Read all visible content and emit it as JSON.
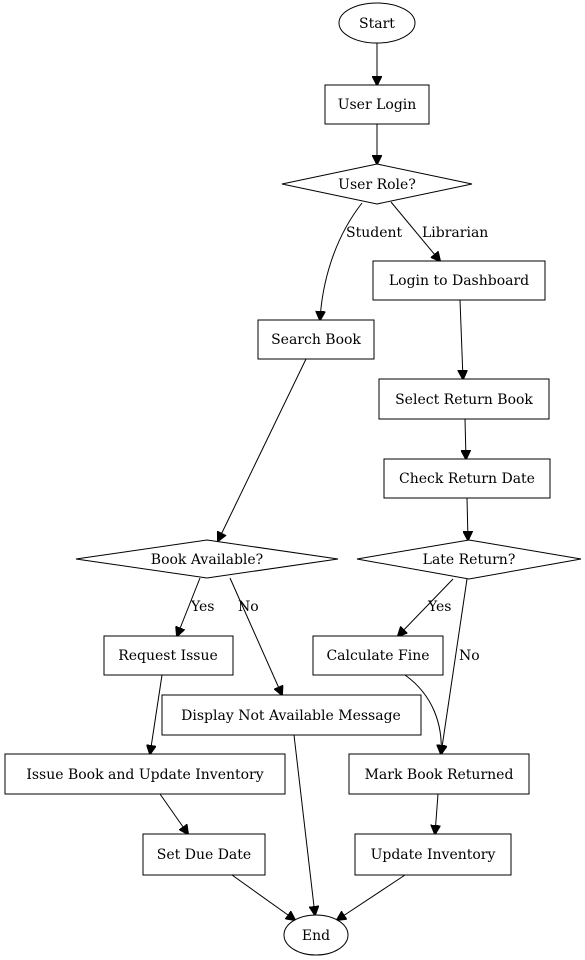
{
  "nodes": {
    "start": "Start",
    "user_login": "User Login",
    "user_role": "User Role?",
    "login_dashboard": "Login to Dashboard",
    "search_book": "Search Book",
    "select_return": "Select Return Book",
    "check_return_date": "Check Return Date",
    "book_available": "Book Available?",
    "late_return": "Late Return?",
    "request_issue": "Request Issue",
    "calculate_fine": "Calculate Fine",
    "display_not_available": "Display Not Available Message",
    "issue_book": "Issue Book and Update Inventory",
    "mark_returned": "Mark Book Returned",
    "set_due_date": "Set Due Date",
    "update_inventory": "Update Inventory",
    "end": "End"
  },
  "edge_labels": {
    "student": "Student",
    "librarian": "Librarian",
    "available_yes": "Yes",
    "available_no": "No",
    "late_yes": "Yes",
    "late_no": "No"
  }
}
